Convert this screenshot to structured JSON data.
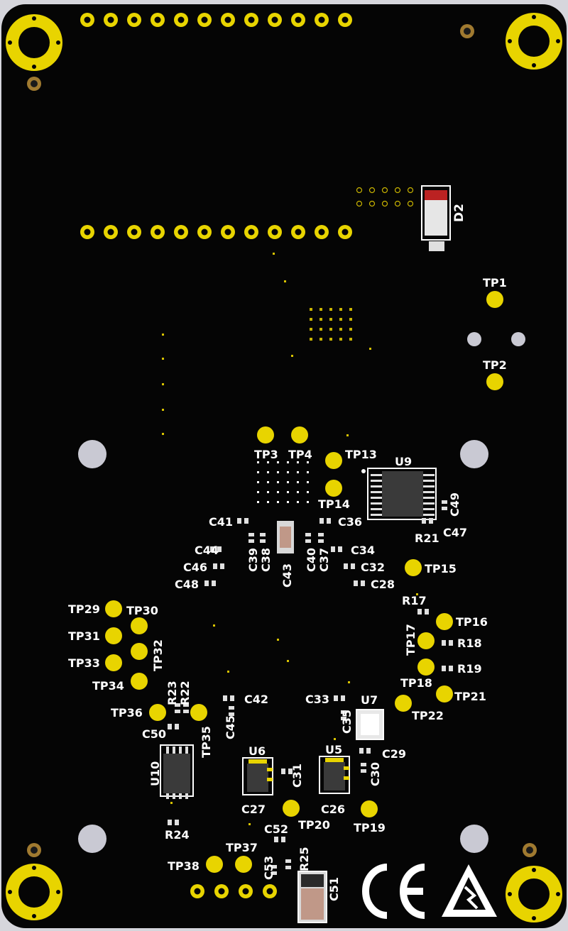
{
  "board": {
    "colors": {
      "background": "#d6d6dc",
      "solder_mask": "#050505",
      "gold": "#e8d400",
      "copper_ring": "#c9b400",
      "silkscreen": "#ffffff",
      "mounting_hole": "#c9c9d3",
      "small_via": "#a07a30",
      "drill": "#1a1a1a",
      "ic_body": "#3a3a3a",
      "cap_body": "#c09888"
    },
    "marking": {
      "ce_mark": "CE",
      "esd_symbol": "esd-warning-icon"
    }
  },
  "labels": {
    "d2": "D2",
    "tp1": "TP1",
    "tp2": "TP2",
    "tp3": "TP3",
    "tp4": "TP4",
    "tp13": "TP13",
    "tp14": "TP14",
    "tp15": "TP15",
    "tp16": "TP16",
    "tp17": "TP17",
    "tp18": "TP18",
    "tp19": "TP19",
    "tp20": "TP20",
    "tp21": "TP21",
    "tp22": "TP22",
    "tp29": "TP29",
    "tp30": "TP30",
    "tp31": "TP31",
    "tp32": "TP32",
    "tp33": "TP33",
    "tp34": "TP34",
    "tp35": "TP35",
    "tp36": "TP36",
    "tp37": "TP37",
    "tp38": "TP38",
    "u5": "U5",
    "u6": "U6",
    "u7": "U7",
    "u9": "U9",
    "u10": "U10",
    "r17": "R17",
    "r18": "R18",
    "r19": "R19",
    "r21": "R21",
    "r22": "R22",
    "r23": "R23",
    "r24": "R24",
    "r25": "R25",
    "c26": "C26",
    "c27": "C27",
    "c28": "C28",
    "c29": "C29",
    "c30": "C30",
    "c31": "C31",
    "c32": "C32",
    "c33": "C33",
    "c34": "C34",
    "c35": "C35",
    "c36": "C36",
    "c37": "C37",
    "c38": "C38",
    "c39": "C39",
    "c40": "C40",
    "c41": "C41",
    "c42": "C42",
    "c43": "C43",
    "c44": "C44",
    "c45": "C45",
    "c46": "C46",
    "c47": "C47",
    "c48": "C48",
    "c49": "C49",
    "c50": "C50",
    "c51": "C51",
    "c52": "C52",
    "c53": "C53"
  }
}
